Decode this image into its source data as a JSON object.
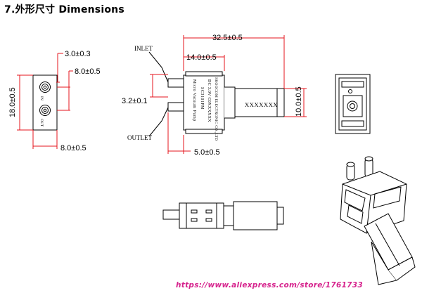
{
  "title": "7.外形尺寸  Dimensions",
  "front_view": {
    "dim_top": "3.0±0.3",
    "dim_right": "8.0±0.5",
    "dim_height": "18.0±0.5",
    "dim_bottom": "8.0±0.5",
    "port_in_label": "IN",
    "port_out_label": "OUT"
  },
  "side_view": {
    "inlet_label": "INLET",
    "outlet_label": "OUTLET",
    "dim_total_length": "32.5±0.5",
    "dim_head_length": "14.0±0.5",
    "dim_port_pitch": "3.2±0.1",
    "dim_motor_height": "10.0±0.5",
    "dim_port_length": "5.0±0.5",
    "body_text_lines": [
      "Micro Vacuum Pump",
      "SC3101PM",
      "DC 3.0V  C0XXXXXX",
      "SKOOCOM ELECTRONIC CO.,LTD"
    ],
    "motor_marking": "XXXXXXX"
  },
  "watermark": "https://www.aliexpress.com/store/1761733",
  "colors": {
    "dimension_lines": "#e4141c",
    "outline": "#000000",
    "watermark": "#d6238d"
  }
}
